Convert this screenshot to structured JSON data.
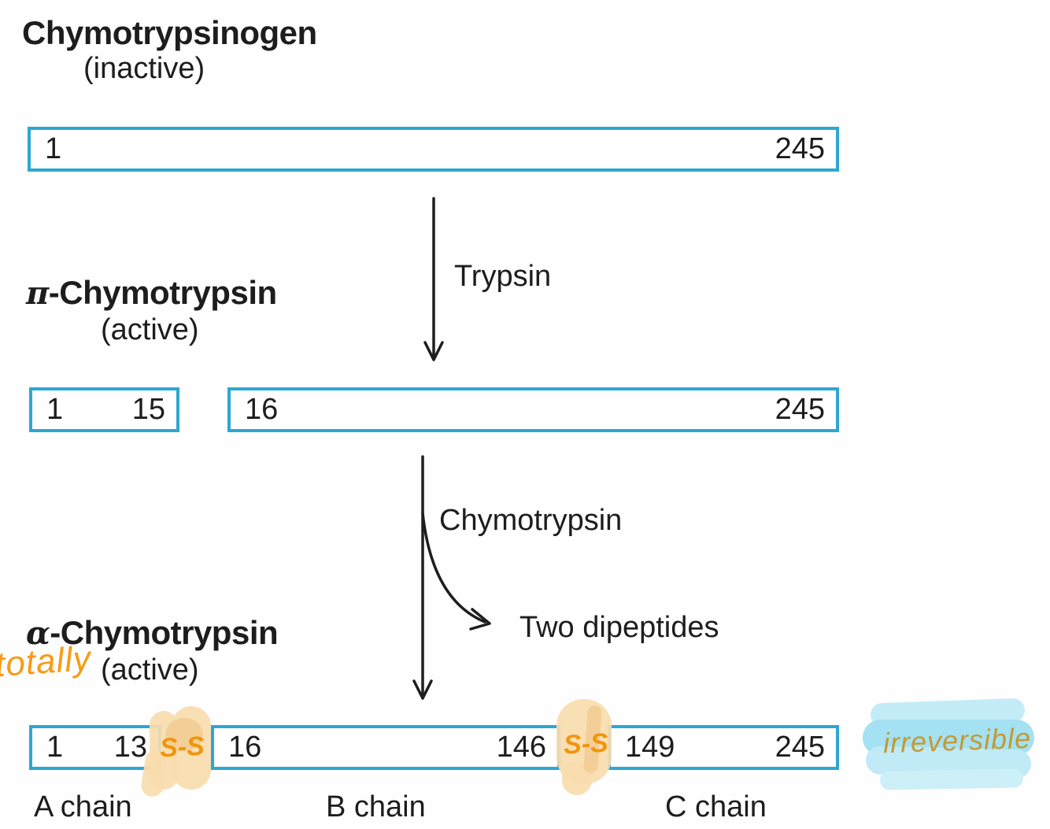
{
  "figure": {
    "description_visible_text_only": true,
    "colors": {
      "bar_border": "#2ea6d2",
      "ink": "#1d1d1d",
      "handwriting_orange": "#f79b16",
      "handwriting_olive": "#c49a33",
      "highlighter_peach": "#f8dcae",
      "highlighter_blue": "#a4e1f2"
    },
    "stage1": {
      "title": "Chymotrypsinogen",
      "state": "(inactive)",
      "bar": {
        "start": "1",
        "end": "245"
      }
    },
    "arrow1": {
      "label": "Trypsin"
    },
    "stage2": {
      "prefix": "π",
      "title": "-Chymotrypsin",
      "state": "(active)",
      "bar1": {
        "start": "1",
        "end": "15"
      },
      "bar2": {
        "start": "16",
        "end": "245"
      }
    },
    "arrow2": {
      "label": "Chymotrypsin",
      "branch_label": "Two dipeptides"
    },
    "stage3": {
      "prefix": "α",
      "title": "-Chymotrypsin",
      "state": "(active)",
      "note_totally": "totally",
      "note_irreversible": "irreversible",
      "bond1": "S-S",
      "bond2": "S-S",
      "chainA": {
        "start": "1",
        "end": "13",
        "label": "A chain"
      },
      "chainB": {
        "start": "16",
        "end": "146",
        "label": "B chain"
      },
      "chainC": {
        "start": "149",
        "end": "245",
        "label": "C chain"
      }
    }
  }
}
